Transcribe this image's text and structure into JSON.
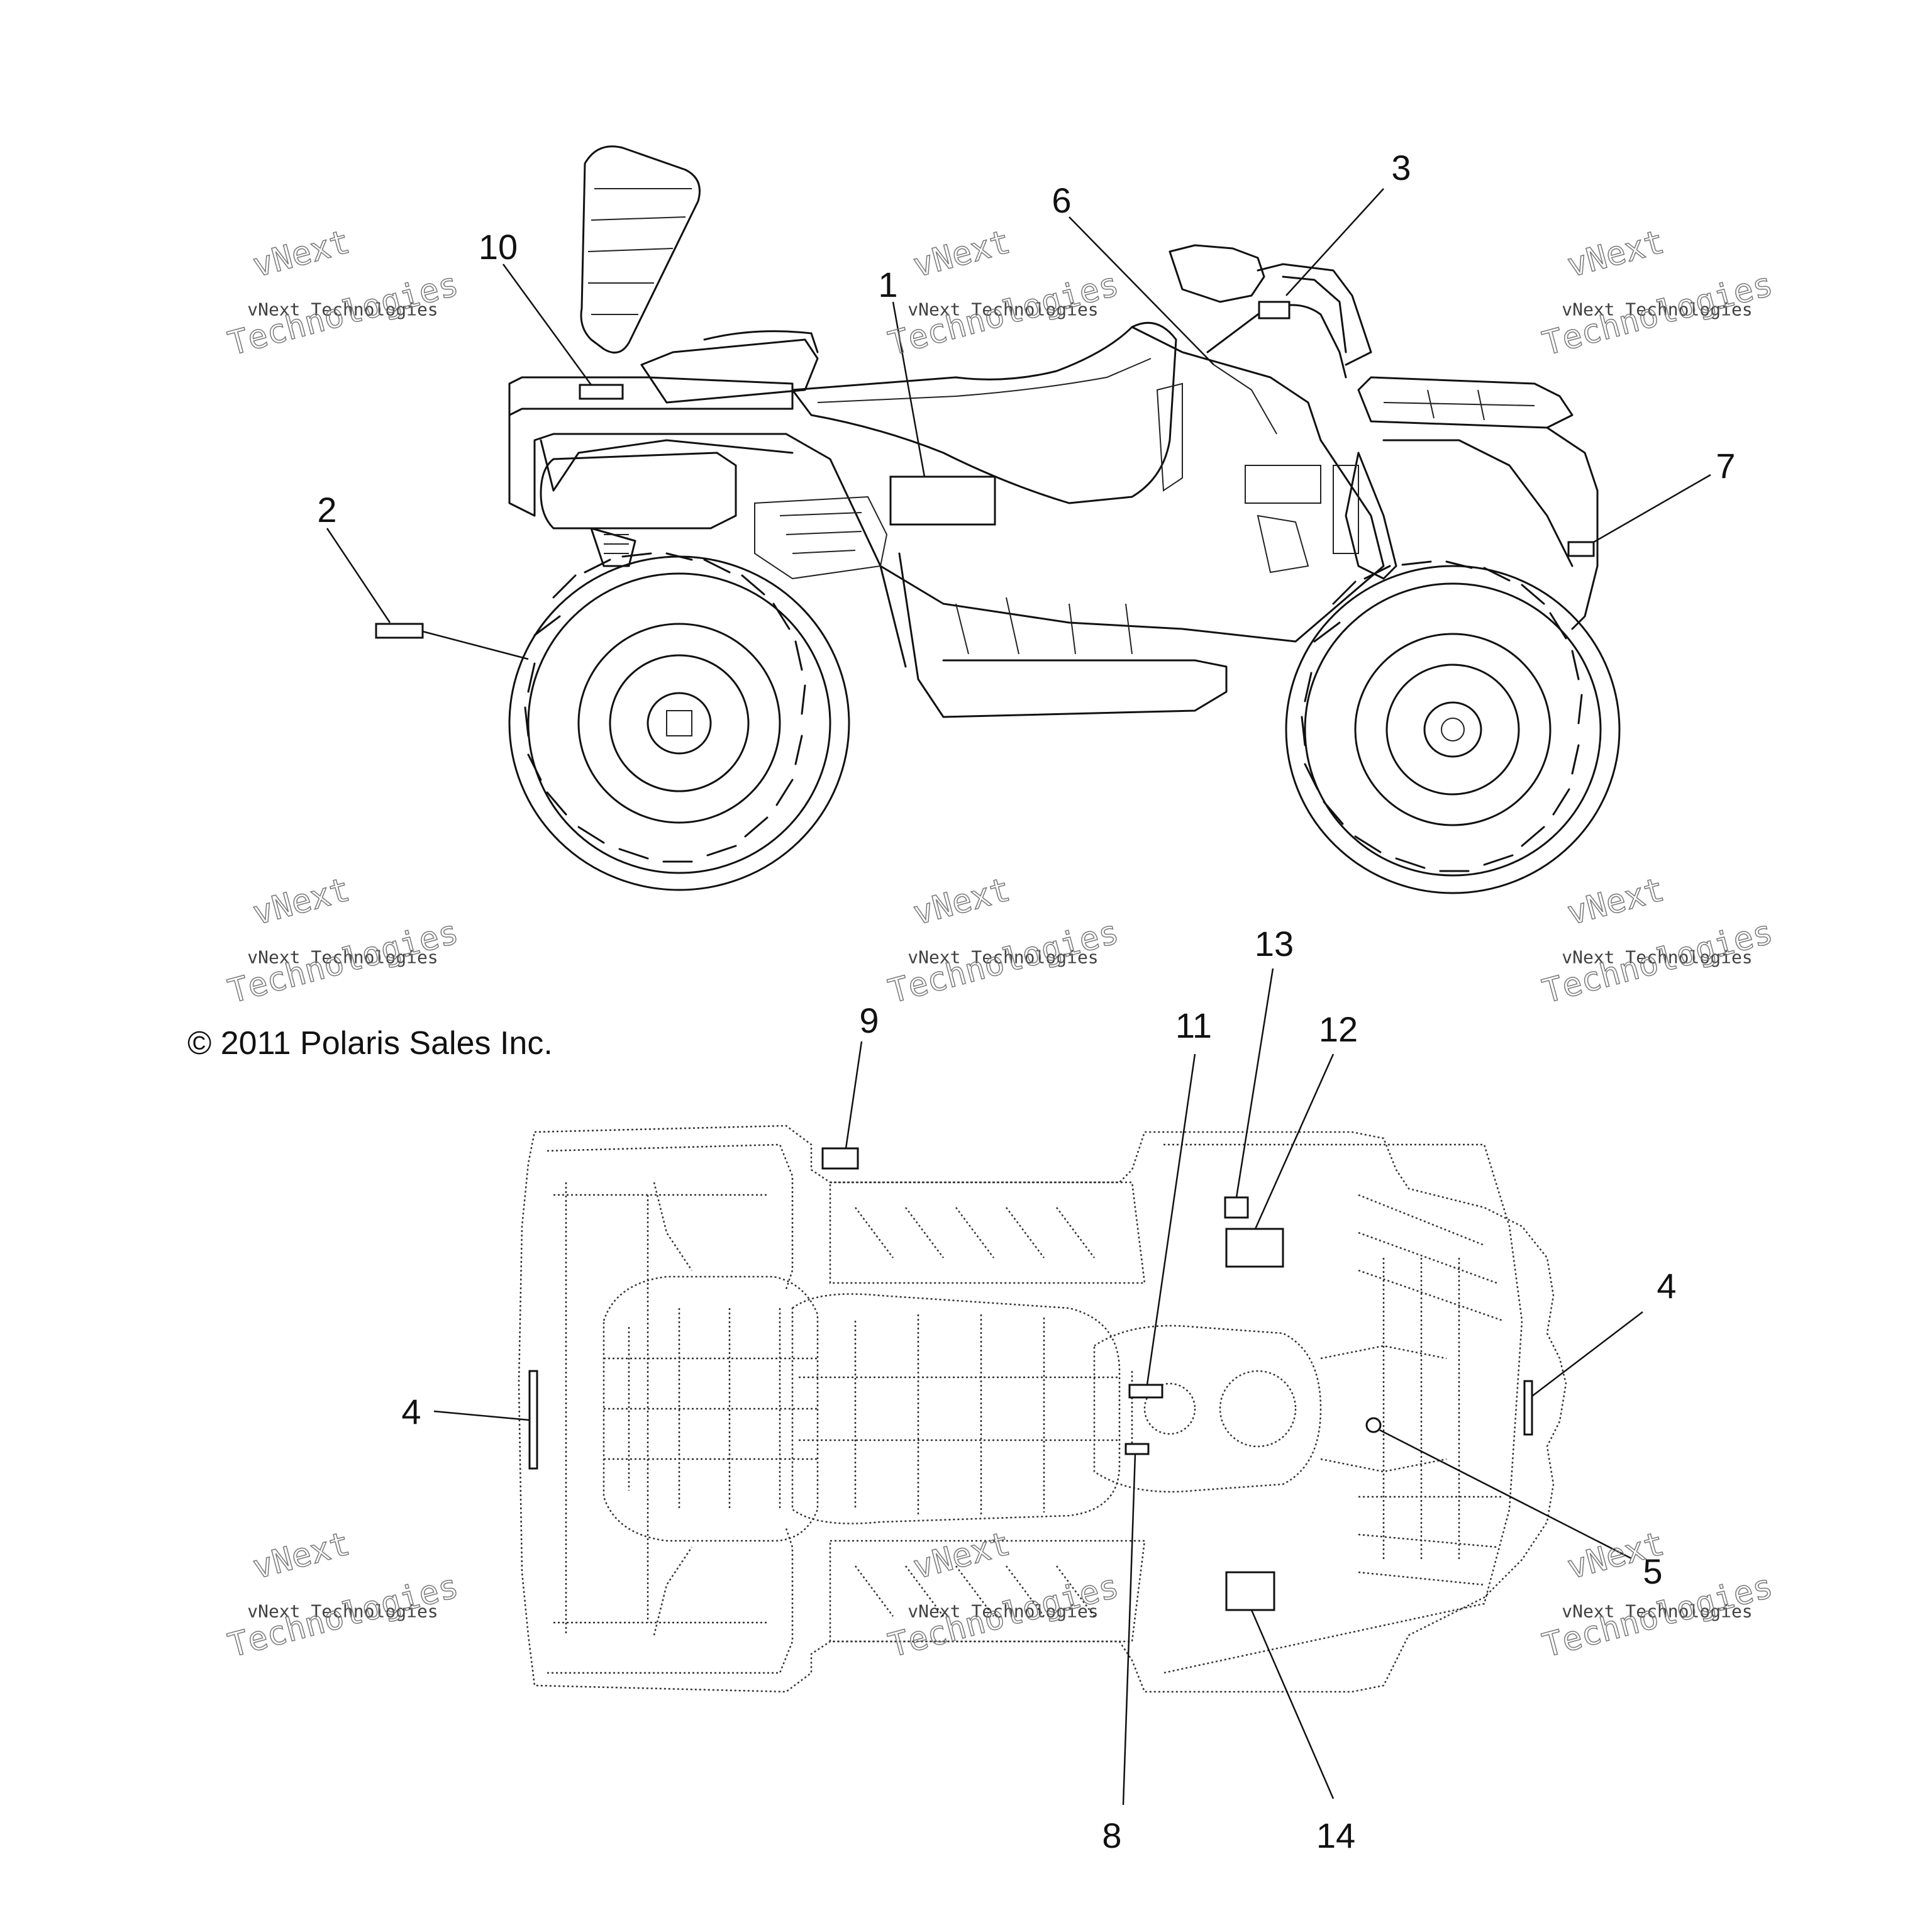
{
  "copyright": "© 2011 Polaris Sales Inc.",
  "watermark": {
    "line1": "vNext",
    "line2": "vNext Technologies",
    "line3": "Technologies"
  },
  "callouts": {
    "c1": "1",
    "c2": "2",
    "c3": "3",
    "c4a": "4",
    "c4b": "4",
    "c5": "5",
    "c6": "6",
    "c7": "7",
    "c8": "8",
    "c9": "9",
    "c10": "10",
    "c11": "11",
    "c12": "12",
    "c13": "13",
    "c14": "14"
  }
}
